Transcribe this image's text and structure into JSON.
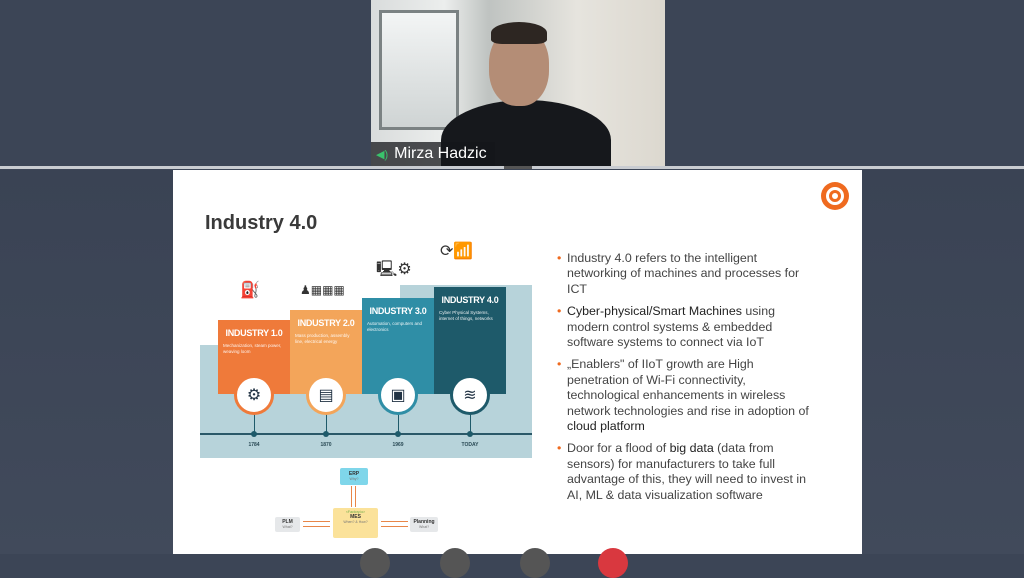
{
  "participant": {
    "name": "Mirza Hadzic",
    "audio_icon": "speaker-icon"
  },
  "slide": {
    "title": "Industry 4.0",
    "infographic": {
      "stages": [
        {
          "label": "INDUSTRY 1.0",
          "desc": "Mechanization, steam power, weaving loom",
          "date": "1784",
          "color": "#ef7a3a",
          "icon": "gears-icon"
        },
        {
          "label": "INDUSTRY 2.0",
          "desc": "Mass production, assembly line, electrical energy",
          "date": "1870",
          "color": "#f3a55a",
          "icon": "conveyor-icon"
        },
        {
          "label": "INDUSTRY 3.0",
          "desc": "Automation, computers and electronics",
          "date": "1969",
          "color": "#2f8ea6",
          "icon": "chip-icon"
        },
        {
          "label": "INDUSTRY 4.0",
          "desc": "Cyber Physical Systems, internet of things, networks",
          "date": "TODAY",
          "color": "#1e5a6a",
          "icon": "wifi-icon"
        }
      ]
    },
    "diagram": {
      "erp": {
        "label": "ERP",
        "sub": "Why?"
      },
      "mes": {
        "brand": "<Factory.io>",
        "label": "MES",
        "sub": "When? & How?"
      },
      "plm": {
        "label": "PLM",
        "sub": "What?"
      },
      "planning": {
        "label": "Planning",
        "sub": "What?"
      }
    },
    "bullets": [
      {
        "pre": "Industry 4.0 refers to the intelligent networking of machines and processes for ICT",
        "bold": "",
        "post": ""
      },
      {
        "pre": "",
        "bold": "Cyber-physical/Smart Machines",
        "post": " using modern control systems & embedded software systems to connect via IoT"
      },
      {
        "pre": "„Enablers\" of IIoT growth are High penetration of Wi-Fi connectivity, technological enhancements in wireless network technologies and rise in adoption of ",
        "bold": "cloud platform",
        "post": ""
      },
      {
        "pre": "Door for a flood of ",
        "bold": "big data",
        "post": " (data from sensors) for manufacturers to take full advantage of this, they will need to invest in AI, ML & data visualization software"
      }
    ]
  }
}
